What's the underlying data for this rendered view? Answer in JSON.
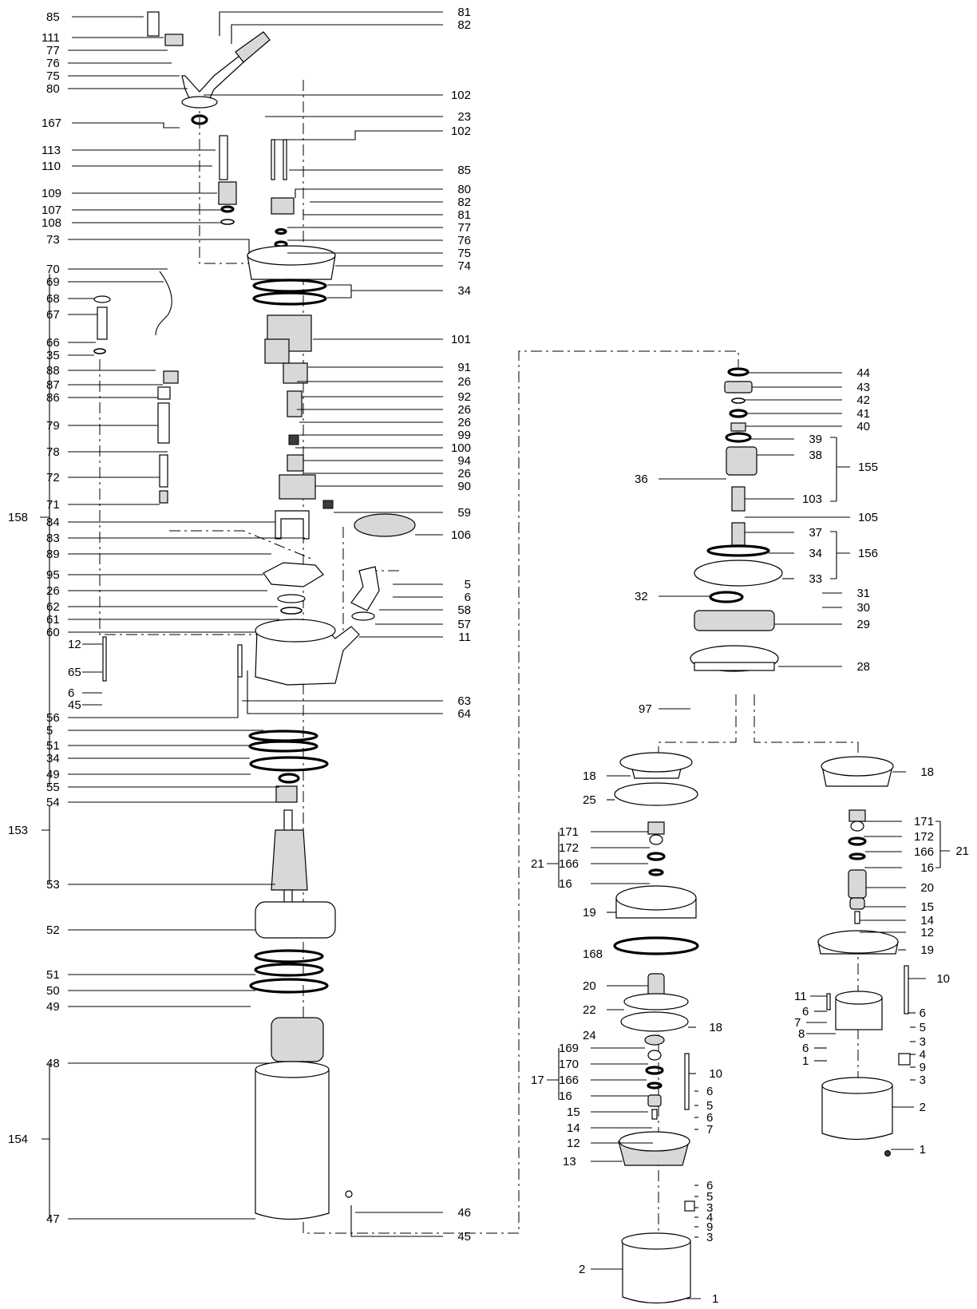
{
  "diagram": {
    "labels": [
      {
        "id": "l1",
        "text": "85"
      },
      {
        "id": "l2",
        "text": "111"
      },
      {
        "id": "l3",
        "text": "77"
      },
      {
        "id": "l4",
        "text": "76"
      },
      {
        "id": "l5",
        "text": "75"
      },
      {
        "id": "l6",
        "text": "80"
      },
      {
        "id": "l7",
        "text": "81"
      },
      {
        "id": "l8",
        "text": "82"
      },
      {
        "id": "l9",
        "text": "102"
      },
      {
        "id": "l10",
        "text": "167"
      },
      {
        "id": "l11",
        "text": "23"
      },
      {
        "id": "l12",
        "text": "102"
      },
      {
        "id": "l13",
        "text": "113"
      },
      {
        "id": "l14",
        "text": "110"
      },
      {
        "id": "l15",
        "text": "85"
      },
      {
        "id": "l16",
        "text": "109"
      },
      {
        "id": "l17",
        "text": "80"
      },
      {
        "id": "l18",
        "text": "82"
      },
      {
        "id": "l19",
        "text": "107"
      },
      {
        "id": "l20",
        "text": "81"
      },
      {
        "id": "l21",
        "text": "108"
      },
      {
        "id": "l22",
        "text": "77"
      },
      {
        "id": "l23",
        "text": "73"
      },
      {
        "id": "l24",
        "text": "76"
      },
      {
        "id": "l25",
        "text": "75"
      },
      {
        "id": "l26",
        "text": "74"
      },
      {
        "id": "l27",
        "text": "70"
      },
      {
        "id": "l28",
        "text": "69"
      },
      {
        "id": "l29",
        "text": "34"
      },
      {
        "id": "l30",
        "text": "68"
      },
      {
        "id": "l31",
        "text": "67"
      },
      {
        "id": "l32",
        "text": "101"
      },
      {
        "id": "l33",
        "text": "66"
      },
      {
        "id": "l34",
        "text": "35"
      },
      {
        "id": "l35",
        "text": "88"
      },
      {
        "id": "l36",
        "text": "91"
      },
      {
        "id": "l37",
        "text": "87"
      },
      {
        "id": "l38",
        "text": "26"
      },
      {
        "id": "l39",
        "text": "86"
      },
      {
        "id": "l40",
        "text": "92"
      },
      {
        "id": "l41",
        "text": "26"
      },
      {
        "id": "l42",
        "text": "79"
      },
      {
        "id": "l43",
        "text": "26"
      },
      {
        "id": "l44",
        "text": "99"
      },
      {
        "id": "l45",
        "text": "78"
      },
      {
        "id": "l46",
        "text": "100"
      },
      {
        "id": "l47",
        "text": "94"
      },
      {
        "id": "l48",
        "text": "72"
      },
      {
        "id": "l49",
        "text": "26"
      },
      {
        "id": "l50",
        "text": "90"
      },
      {
        "id": "l51",
        "text": "71"
      },
      {
        "id": "l52",
        "text": "59"
      },
      {
        "id": "l53",
        "text": "158"
      },
      {
        "id": "l54",
        "text": "84"
      },
      {
        "id": "l55",
        "text": "106"
      },
      {
        "id": "l56",
        "text": "83"
      },
      {
        "id": "l57",
        "text": "89"
      },
      {
        "id": "l58",
        "text": "95"
      },
      {
        "id": "l59",
        "text": "5"
      },
      {
        "id": "l60",
        "text": "26"
      },
      {
        "id": "l61",
        "text": "6"
      },
      {
        "id": "l62",
        "text": "62"
      },
      {
        "id": "l63",
        "text": "58"
      },
      {
        "id": "l64",
        "text": "61"
      },
      {
        "id": "l65",
        "text": "57"
      },
      {
        "id": "l66",
        "text": "60"
      },
      {
        "id": "l67",
        "text": "11"
      },
      {
        "id": "l68",
        "text": "12"
      },
      {
        "id": "l69",
        "text": "65"
      },
      {
        "id": "l70",
        "text": "6"
      },
      {
        "id": "l71",
        "text": "63"
      },
      {
        "id": "l72",
        "text": "45"
      },
      {
        "id": "l73",
        "text": "64"
      },
      {
        "id": "l74",
        "text": "56"
      },
      {
        "id": "l75",
        "text": "5"
      },
      {
        "id": "l76",
        "text": "51"
      },
      {
        "id": "l77",
        "text": "34"
      },
      {
        "id": "l78",
        "text": "49"
      },
      {
        "id": "l79",
        "text": "55"
      },
      {
        "id": "l80",
        "text": "54"
      },
      {
        "id": "l81",
        "text": "153"
      },
      {
        "id": "l82",
        "text": "53"
      },
      {
        "id": "l83",
        "text": "52"
      },
      {
        "id": "l84",
        "text": "51"
      },
      {
        "id": "l85",
        "text": "50"
      },
      {
        "id": "l86",
        "text": "49"
      },
      {
        "id": "l87",
        "text": "48"
      },
      {
        "id": "l88",
        "text": "154"
      },
      {
        "id": "l89",
        "text": "47"
      },
      {
        "id": "l90",
        "text": "46"
      },
      {
        "id": "l91",
        "text": "45"
      },
      {
        "id": "r1",
        "text": "44"
      },
      {
        "id": "r2",
        "text": "43"
      },
      {
        "id": "r3",
        "text": "42"
      },
      {
        "id": "r4",
        "text": "41"
      },
      {
        "id": "r5",
        "text": "40"
      },
      {
        "id": "r6",
        "text": "39"
      },
      {
        "id": "r7",
        "text": "38"
      },
      {
        "id": "r8",
        "text": "36"
      },
      {
        "id": "r9",
        "text": "155"
      },
      {
        "id": "r10",
        "text": "103"
      },
      {
        "id": "r11",
        "text": "105"
      },
      {
        "id": "r12",
        "text": "37"
      },
      {
        "id": "r13",
        "text": "34"
      },
      {
        "id": "r14",
        "text": "156"
      },
      {
        "id": "r15",
        "text": "33"
      },
      {
        "id": "r16",
        "text": "31"
      },
      {
        "id": "r17",
        "text": "32"
      },
      {
        "id": "r18",
        "text": "30"
      },
      {
        "id": "r19",
        "text": "29"
      },
      {
        "id": "r20",
        "text": "28"
      },
      {
        "id": "r21",
        "text": "97"
      },
      {
        "id": "a1",
        "text": "18"
      },
      {
        "id": "a2",
        "text": "25"
      },
      {
        "id": "a3",
        "text": "171"
      },
      {
        "id": "a4",
        "text": "172"
      },
      {
        "id": "a5",
        "text": "21"
      },
      {
        "id": "a6",
        "text": "166"
      },
      {
        "id": "a7",
        "text": "16"
      },
      {
        "id": "a8",
        "text": "19"
      },
      {
        "id": "a9",
        "text": "168"
      },
      {
        "id": "a10",
        "text": "20"
      },
      {
        "id": "a11",
        "text": "22"
      },
      {
        "id": "a12",
        "text": "24"
      },
      {
        "id": "a13",
        "text": "18"
      },
      {
        "id": "a14",
        "text": "169"
      },
      {
        "id": "a15",
        "text": "170"
      },
      {
        "id": "a16",
        "text": "17"
      },
      {
        "id": "a17",
        "text": "166"
      },
      {
        "id": "a18",
        "text": "10"
      },
      {
        "id": "a19",
        "text": "16"
      },
      {
        "id": "a20",
        "text": "6"
      },
      {
        "id": "a21",
        "text": "15"
      },
      {
        "id": "a22",
        "text": "5"
      },
      {
        "id": "a23",
        "text": "6"
      },
      {
        "id": "a24",
        "text": "14"
      },
      {
        "id": "a25",
        "text": "12"
      },
      {
        "id": "a26",
        "text": "7"
      },
      {
        "id": "a27",
        "text": "13"
      },
      {
        "id": "a28",
        "text": "6"
      },
      {
        "id": "a29",
        "text": "5"
      },
      {
        "id": "a30",
        "text": "3"
      },
      {
        "id": "a31",
        "text": "4"
      },
      {
        "id": "a32",
        "text": "9"
      },
      {
        "id": "a33",
        "text": "3"
      },
      {
        "id": "a34",
        "text": "2"
      },
      {
        "id": "a35",
        "text": "1"
      },
      {
        "id": "b1",
        "text": "18"
      },
      {
        "id": "b2",
        "text": "171"
      },
      {
        "id": "b3",
        "text": "172"
      },
      {
        "id": "b4",
        "text": "21"
      },
      {
        "id": "b5",
        "text": "166"
      },
      {
        "id": "b6",
        "text": "16"
      },
      {
        "id": "b7",
        "text": "20"
      },
      {
        "id": "b8",
        "text": "15"
      },
      {
        "id": "b9",
        "text": "14"
      },
      {
        "id": "b10",
        "text": "12"
      },
      {
        "id": "b11",
        "text": "19"
      },
      {
        "id": "b12",
        "text": "10"
      },
      {
        "id": "b13",
        "text": "11"
      },
      {
        "id": "b14",
        "text": "6"
      },
      {
        "id": "b15",
        "text": "6"
      },
      {
        "id": "b16",
        "text": "7"
      },
      {
        "id": "b17",
        "text": "5"
      },
      {
        "id": "b18",
        "text": "8"
      },
      {
        "id": "b19",
        "text": "3"
      },
      {
        "id": "b20",
        "text": "6"
      },
      {
        "id": "b21",
        "text": "4"
      },
      {
        "id": "b22",
        "text": "1"
      },
      {
        "id": "b23",
        "text": "9"
      },
      {
        "id": "b24",
        "text": "3"
      },
      {
        "id": "b25",
        "text": "2"
      },
      {
        "id": "b26",
        "text": "1"
      }
    ]
  }
}
